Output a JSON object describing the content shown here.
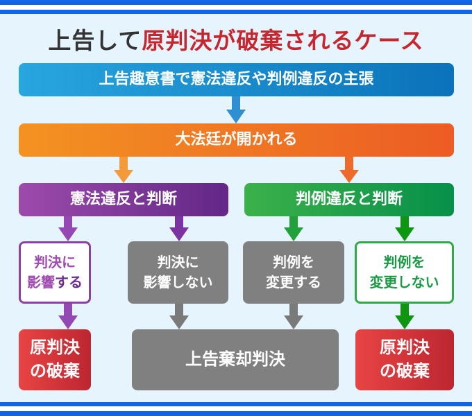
{
  "title": {
    "prefix": "上告して",
    "highlight": "原判決が破棄されるケース"
  },
  "colors": {
    "stripe": "#1163e8",
    "background": "#e6f4fd",
    "title_dark": "#333333",
    "title_red": "#c8262e",
    "blue": "#1b8ccd",
    "orange": "#f0792a",
    "purple": "#7e3898",
    "green": "#22a04a",
    "gray": "#808080",
    "red": "#d3353b"
  },
  "flow": {
    "appeal_box": "上告趣意書で憲法違反や判例違反の主張",
    "grand_bench_box": "大法廷が開かれる",
    "constitution_branch": {
      "label": "憲法違反と判断",
      "affects": {
        "line1": "判決に",
        "line2a": "影響",
        "line2b": "する"
      },
      "not_affects": {
        "line1": "判決に",
        "line2": "影響しない"
      }
    },
    "precedent_branch": {
      "label": "判例違反と判断",
      "changes": {
        "line1": "判例を",
        "line2": "変更する"
      },
      "not_changes": {
        "line1": "判例を",
        "line2": "変更しない"
      }
    },
    "outcomes": {
      "reversal_left": {
        "line1": "原判決",
        "line2": "の破棄"
      },
      "dismissal": "上告棄却判決",
      "reversal_right": {
        "line1": "原判決",
        "line2": "の破棄"
      }
    }
  }
}
